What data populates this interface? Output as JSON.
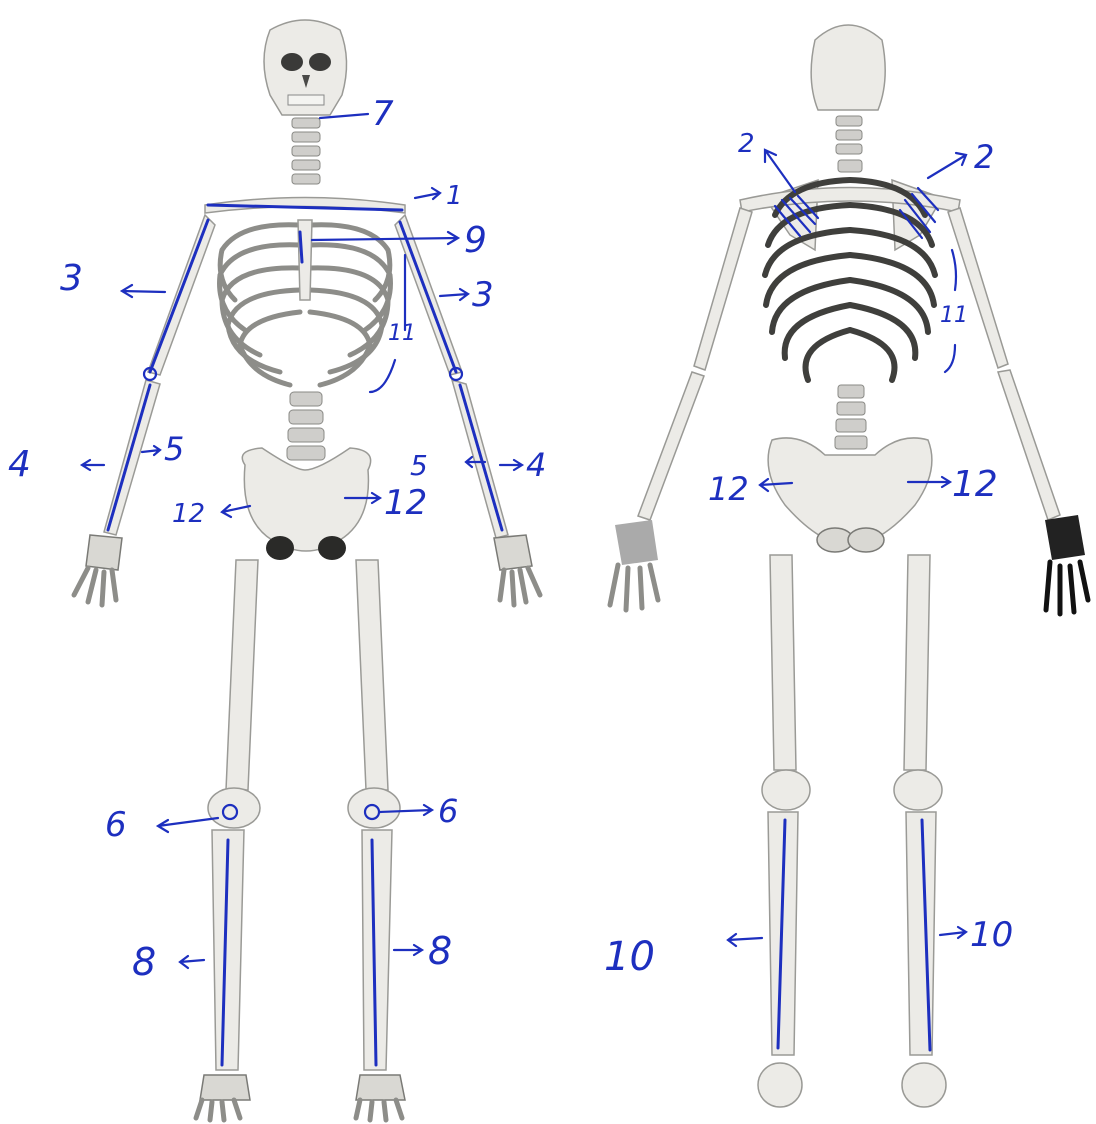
{
  "labels": {
    "front_7": "7",
    "front_1": "1",
    "front_9": "9",
    "front_3_left": "3",
    "front_3_right": "3",
    "front_11": "11",
    "front_4_left": "4",
    "front_5_left": "5",
    "front_5_right": "5",
    "front_4_right": "4",
    "front_12_left": "12",
    "front_12_right": "12",
    "front_6_left": "6",
    "front_6_right": "6",
    "front_8_left": "8",
    "front_8_right": "8",
    "back_2_left": "2",
    "back_2_right": "2",
    "back_11": "11",
    "back_12_left": "12",
    "back_12_right": "12",
    "back_10_left": "10",
    "back_10_right": "10"
  },
  "colors": {
    "annotation_ink": "#1d2fbf",
    "bone": "#ecebe7",
    "background": "#ffffff"
  }
}
